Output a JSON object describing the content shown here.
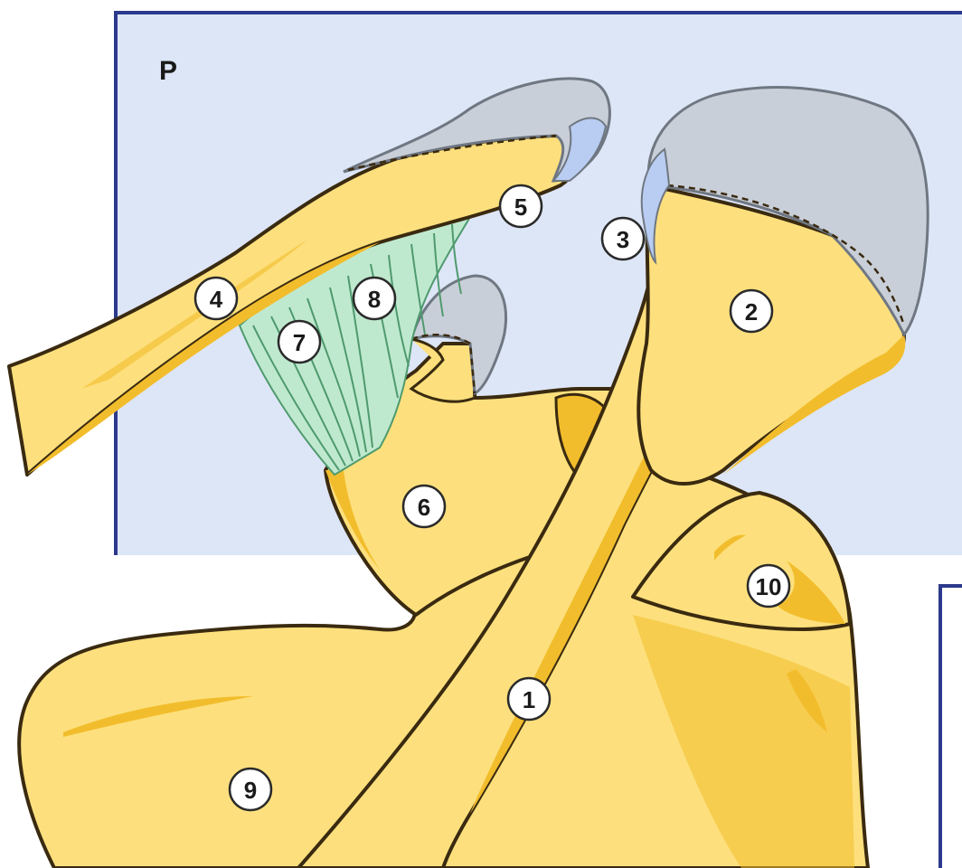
{
  "panel": {
    "letter": "P",
    "background": "#dde6f7",
    "frame_color": "#2b3a8c"
  },
  "colors": {
    "bone": "#fde07d",
    "bone_shade": "#f2bd2c",
    "bone_outline": "#3a2a10",
    "cartilage": "#c9cfd8",
    "cartilage_outline": "#6f7782",
    "disc": "#b9cdf2",
    "ligament": "#bfe9cf",
    "ligament_lines": "#4f9a6e"
  },
  "markers": [
    {
      "id": "1",
      "label": "1"
    },
    {
      "id": "2",
      "label": "2"
    },
    {
      "id": "3",
      "label": "3"
    },
    {
      "id": "4",
      "label": "4"
    },
    {
      "id": "5",
      "label": "5"
    },
    {
      "id": "6",
      "label": "6"
    },
    {
      "id": "7",
      "label": "7"
    },
    {
      "id": "8",
      "label": "8"
    },
    {
      "id": "9",
      "label": "9"
    },
    {
      "id": "10",
      "label": "10"
    }
  ]
}
